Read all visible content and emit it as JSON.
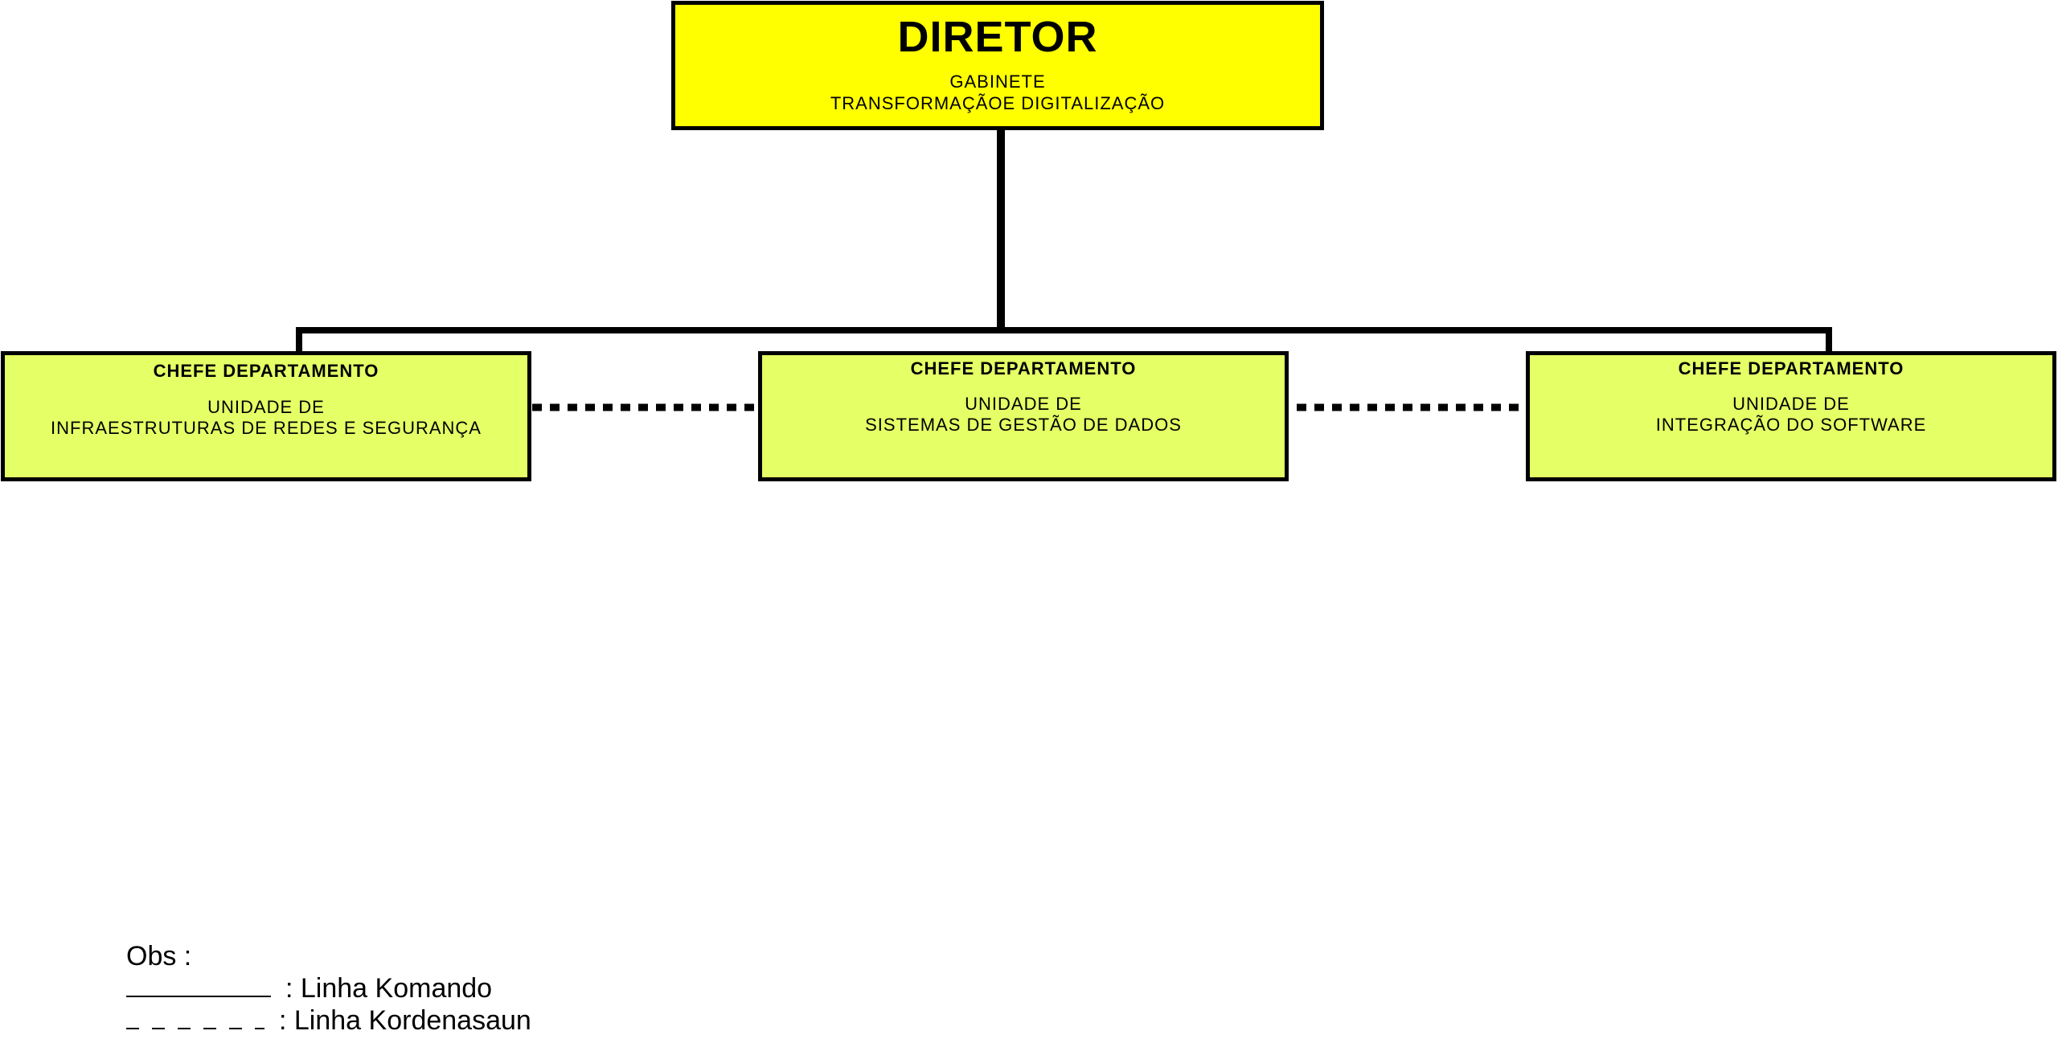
{
  "colors": {
    "director_fill": "#ffff00",
    "department_fill": "#e5ff66",
    "line": "#000000"
  },
  "director": {
    "title": "DIRETOR",
    "subtitle_lines": [
      "GABINETE",
      "TRANSFORMAÇÃOE DIGITALIZAÇÃO"
    ]
  },
  "departments": [
    {
      "title": "CHEFE DEPARTAMENTO",
      "unit_lines": [
        "UNIDADE DE",
        "INFRAESTRUTURAS DE REDES E SEGURANÇA"
      ]
    },
    {
      "title": "CHEFE DEPARTAMENTO",
      "unit_lines": [
        "UNIDADE DE",
        "SISTEMAS DE GESTÃO DE DADOS"
      ]
    },
    {
      "title": "CHEFE DEPARTAMENTO",
      "unit_lines": [
        "UNIDADE DE",
        "INTEGRAÇÃO DO SOFTWARE"
      ]
    }
  ],
  "legend": {
    "heading": "Obs :",
    "command_line_label": ": Linha Komando",
    "coordination_line_label": ": Linha Kordenasaun"
  }
}
